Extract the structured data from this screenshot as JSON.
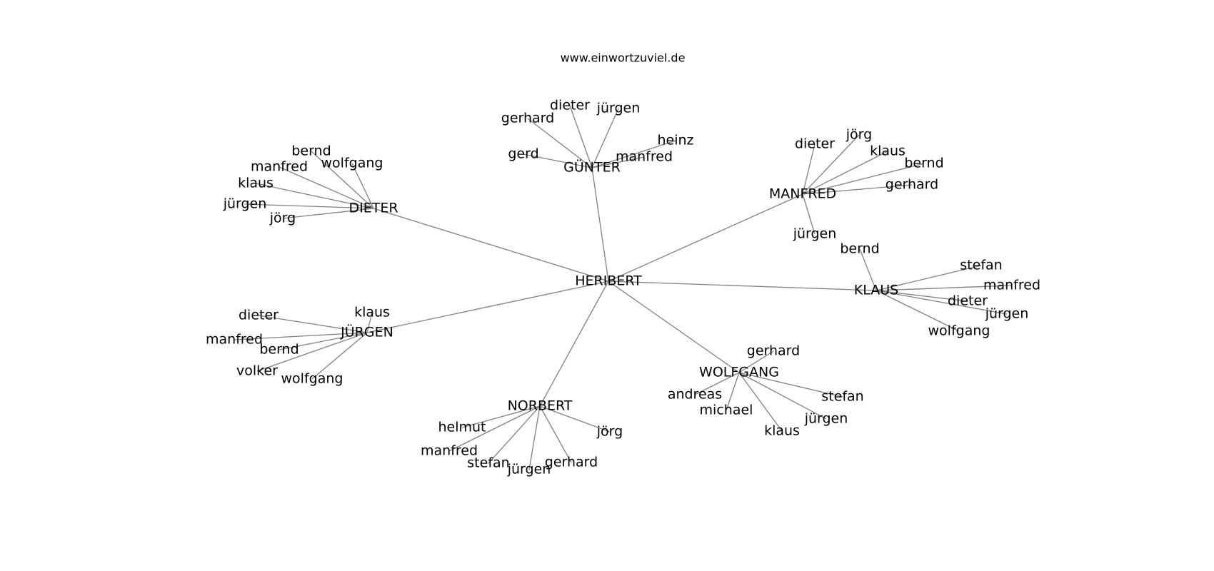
{
  "caption": "www.einwortzuviel.de",
  "graph": {
    "root": "HERIBERT",
    "hubs": [
      {
        "name": "DIETER",
        "leaves": [
          "bernd",
          "wolfgang",
          "manfred",
          "klaus",
          "jürgen",
          "jörg"
        ]
      },
      {
        "name": "GÜNTER",
        "leaves": [
          "dieter",
          "jürgen",
          "gerhard",
          "heinz",
          "gerd",
          "manfred"
        ]
      },
      {
        "name": "MANFRED",
        "leaves": [
          "jörg",
          "dieter",
          "klaus",
          "bernd",
          "gerhard",
          "jürgen"
        ]
      },
      {
        "name": "KLAUS",
        "leaves": [
          "bernd",
          "stefan",
          "manfred",
          "dieter",
          "jürgen",
          "wolfgang"
        ]
      },
      {
        "name": "JÜRGEN",
        "leaves": [
          "klaus",
          "dieter",
          "manfred",
          "bernd",
          "volker",
          "wolfgang"
        ]
      },
      {
        "name": "WOLFGANG",
        "leaves": [
          "gerhard",
          "andreas",
          "stefan",
          "michael",
          "jürgen",
          "klaus"
        ]
      },
      {
        "name": "NORBERT",
        "leaves": [
          "helmut",
          "jörg",
          "manfred",
          "stefan",
          "gerhard",
          "jürgen"
        ]
      }
    ]
  }
}
